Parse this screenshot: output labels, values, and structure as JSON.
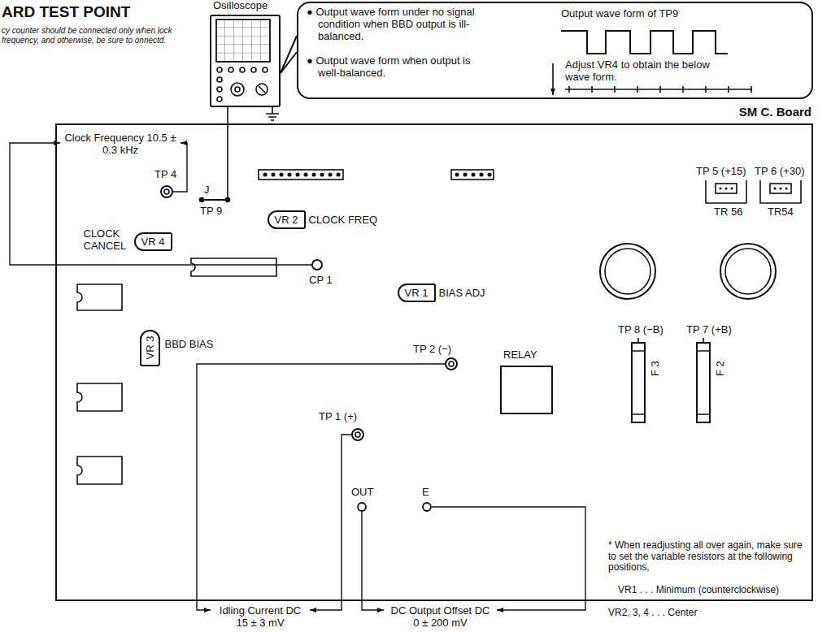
{
  "diagram": {
    "title": "ARD TEST POINT",
    "nodes": [
      {
        "text": [
          "Osilloscope"
        ]
      },
      {
        "text": [
          "● Output wave form under no signal condition when BBD output is ill-balanced.",
          "● Output wave form when output is well-balanced.",
          "Output wave form of TP9",
          "Adjust VR4 to obtain the below wave form."
        ]
      },
      {
        "text": [
          "SM C. Board"
        ]
      },
      {
        "text": [
          "VR 4",
          "CLOCK CANCEL"
        ],
        "in": 2
      },
      {
        "text": [
          "VR 2",
          "CLOCK FREQ"
        ],
        "in": 2
      },
      {
        "text": [
          "VR 1",
          "BIAS ADJ"
        ],
        "in": 2
      },
      {
        "text": [
          "VR 3",
          "BBD BIAS"
        ],
        "in": 2
      },
      {
        "text": [
          "RELAY"
        ],
        "in": 2
      }
    ],
    "edges": [
      {
        "from": 1,
        "to": 0,
        "arrow": "none"
      }
    ],
    "labels": [
      "cy counter should be connected only when lock frequency, and otherwise, be sure to onnectd.",
      "Clock Frequency 10.5 ± 0.3 kHz",
      "TP 4",
      "J",
      "TP 9",
      "TP 5 (+15)",
      "TP 6 (+30)",
      "TR 56",
      "TR54",
      "CP 1",
      "TP 8 (−B)",
      "TP 7 (+B)",
      "TP 2 (−)",
      "F 3",
      "F 2",
      "TP 1 (+)",
      "OUT",
      "E",
      "Idling Current DC 15 ± 3 mV",
      "DC Output Offset DC 0 ± 200 mV",
      "* When readjusting all over again, make sure to set the variable resistors at the following positions,",
      "VR1 . . . Minimum (counterclockwise)",
      "VR2, 3, 4 . . . Center"
    ]
  }
}
